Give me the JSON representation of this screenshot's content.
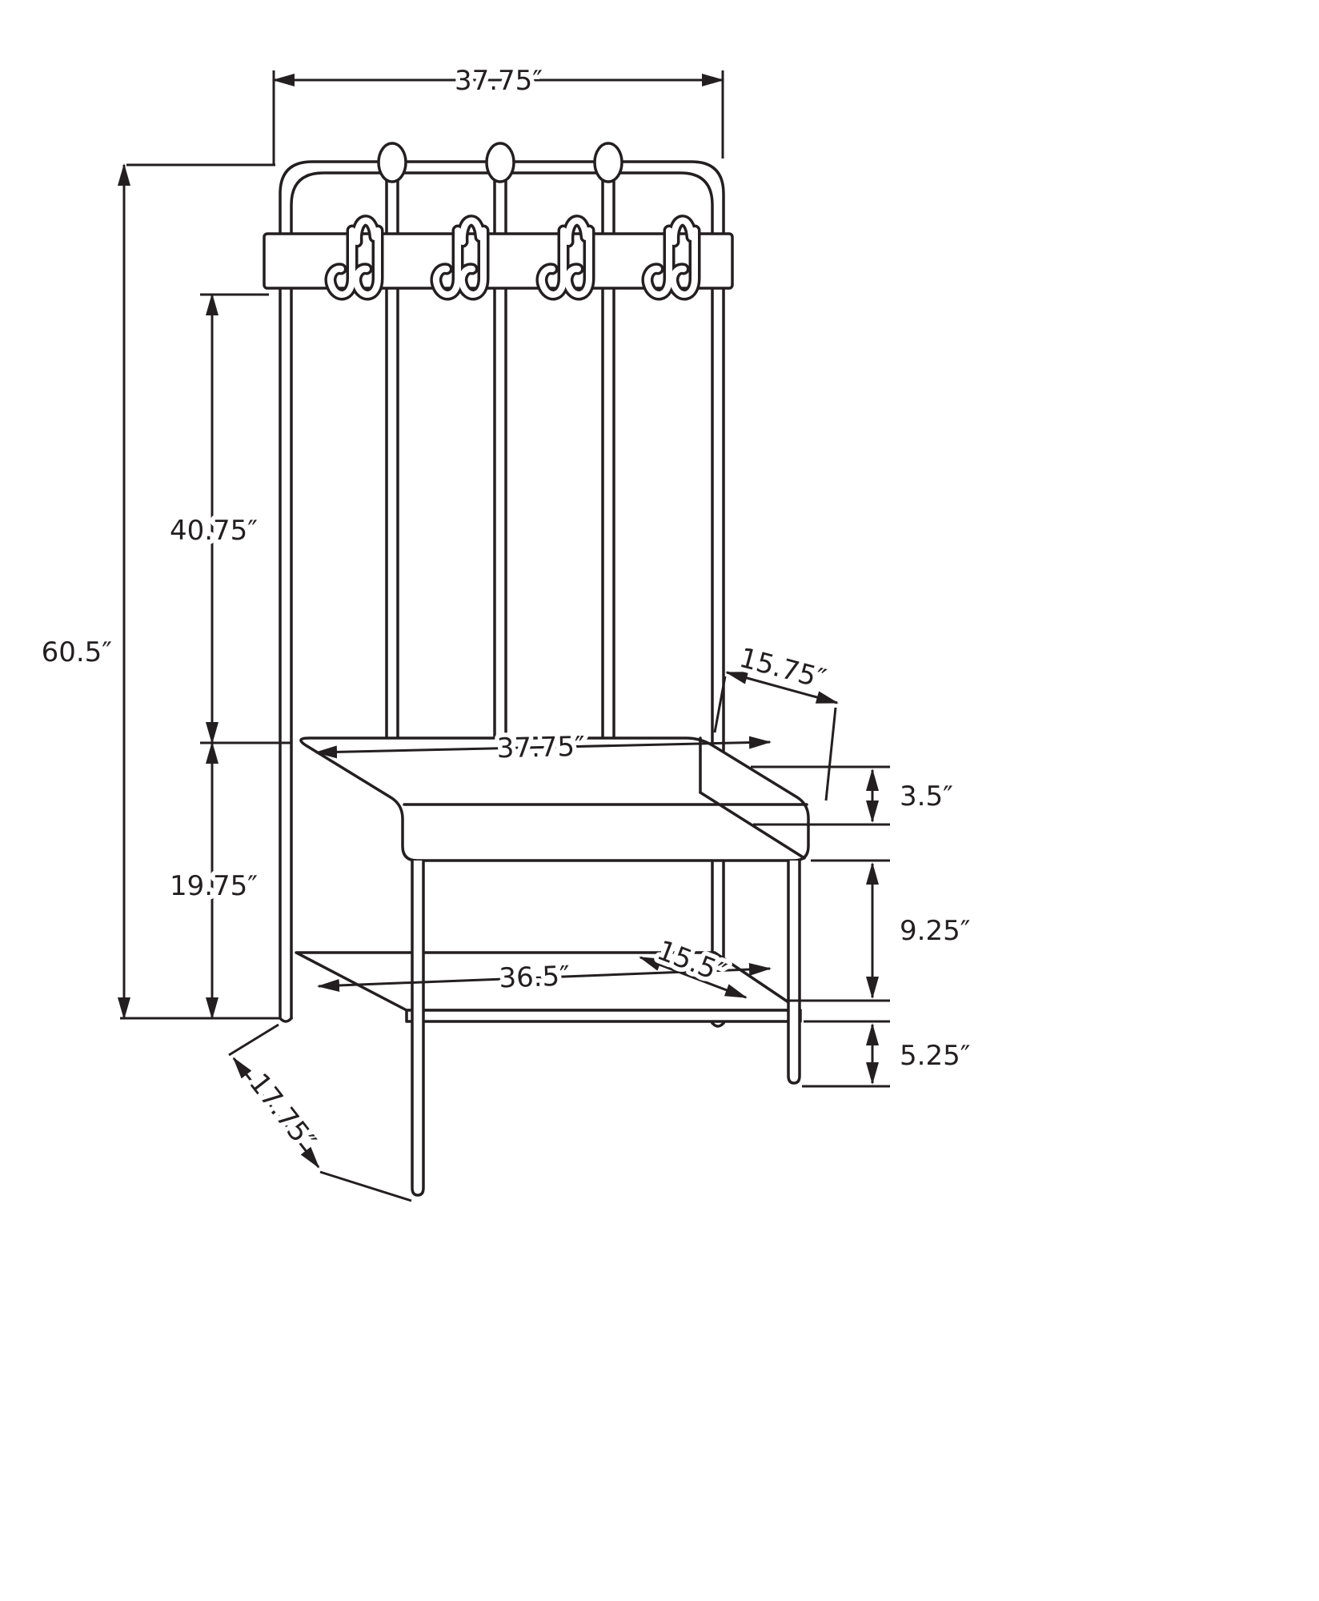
{
  "diagram": {
    "subject": "hall tree storage bench with coat hooks and lower shelf - dimension drawing",
    "units": "inches",
    "hook_count": 4,
    "finial_count": 3,
    "line_color": "#231f20",
    "background_color": "#ffffff",
    "dimensions": {
      "overall_width": "37.75″",
      "overall_height": "60.5″",
      "hook_rail_to_seat": "40.75″",
      "floor_to_seat": "19.75″",
      "seat_depth": "15.75″",
      "seat_width": "37.75″",
      "seat_thickness": "3.5″",
      "seat_to_shelf": "9.25″",
      "shelf_to_floor": "5.25″",
      "shelf_width": "36.5″",
      "shelf_depth": "15.5″",
      "overall_depth": "17.75″"
    }
  }
}
